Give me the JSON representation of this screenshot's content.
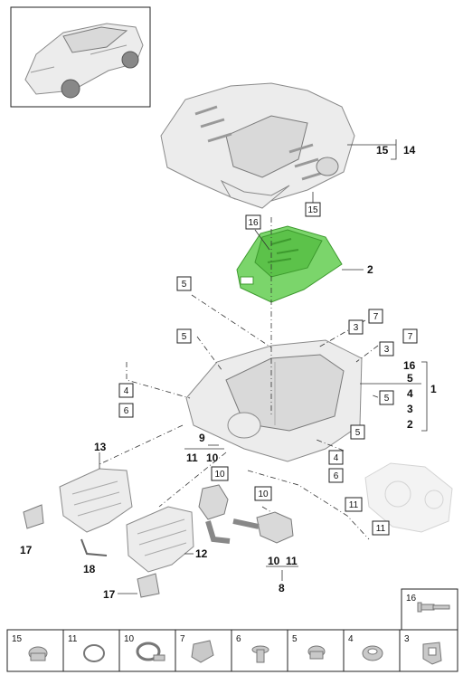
{
  "callouts": {
    "c1": "1",
    "c2": "2",
    "c3a": "3",
    "c3b": "3",
    "c3c": "3",
    "c4a": "4",
    "c4b": "4",
    "c4c": "4",
    "c5a": "5",
    "c5b": "5",
    "c5c": "5",
    "c5d": "5",
    "c5e": "5",
    "c6a": "6",
    "c6b": "6",
    "c7a": "7",
    "c7b": "7",
    "c8": "8",
    "c9": "9",
    "c10a": "10",
    "c10b": "10",
    "c10c": "10",
    "c10d": "10",
    "c11a": "11",
    "c11b": "11",
    "c11c": "11",
    "c11d": "11",
    "c12": "12",
    "c13": "13",
    "c14": "14",
    "c15a": "15",
    "c15b": "15",
    "c16a": "16",
    "c16b": "16",
    "c17a": "17",
    "c17b": "17",
    "c18": "18"
  },
  "legend": {
    "cells": [
      {
        "number": "15",
        "icon": "plug-icon"
      },
      {
        "number": "11",
        "icon": "ring-icon"
      },
      {
        "number": "10",
        "icon": "hose-clamp-icon"
      },
      {
        "number": "7",
        "icon": "clip-icon"
      },
      {
        "number": "6",
        "icon": "push-rivet-icon"
      },
      {
        "number": "5",
        "icon": "plug-icon"
      },
      {
        "number": "4",
        "icon": "grommet-icon"
      },
      {
        "number": "3",
        "icon": "bracket-clip-icon"
      }
    ],
    "extra": {
      "number": "16",
      "icon": "screw-icon"
    }
  },
  "colors": {
    "highlight": "#7bd56b",
    "part": "#ececec",
    "line": "#333333"
  }
}
